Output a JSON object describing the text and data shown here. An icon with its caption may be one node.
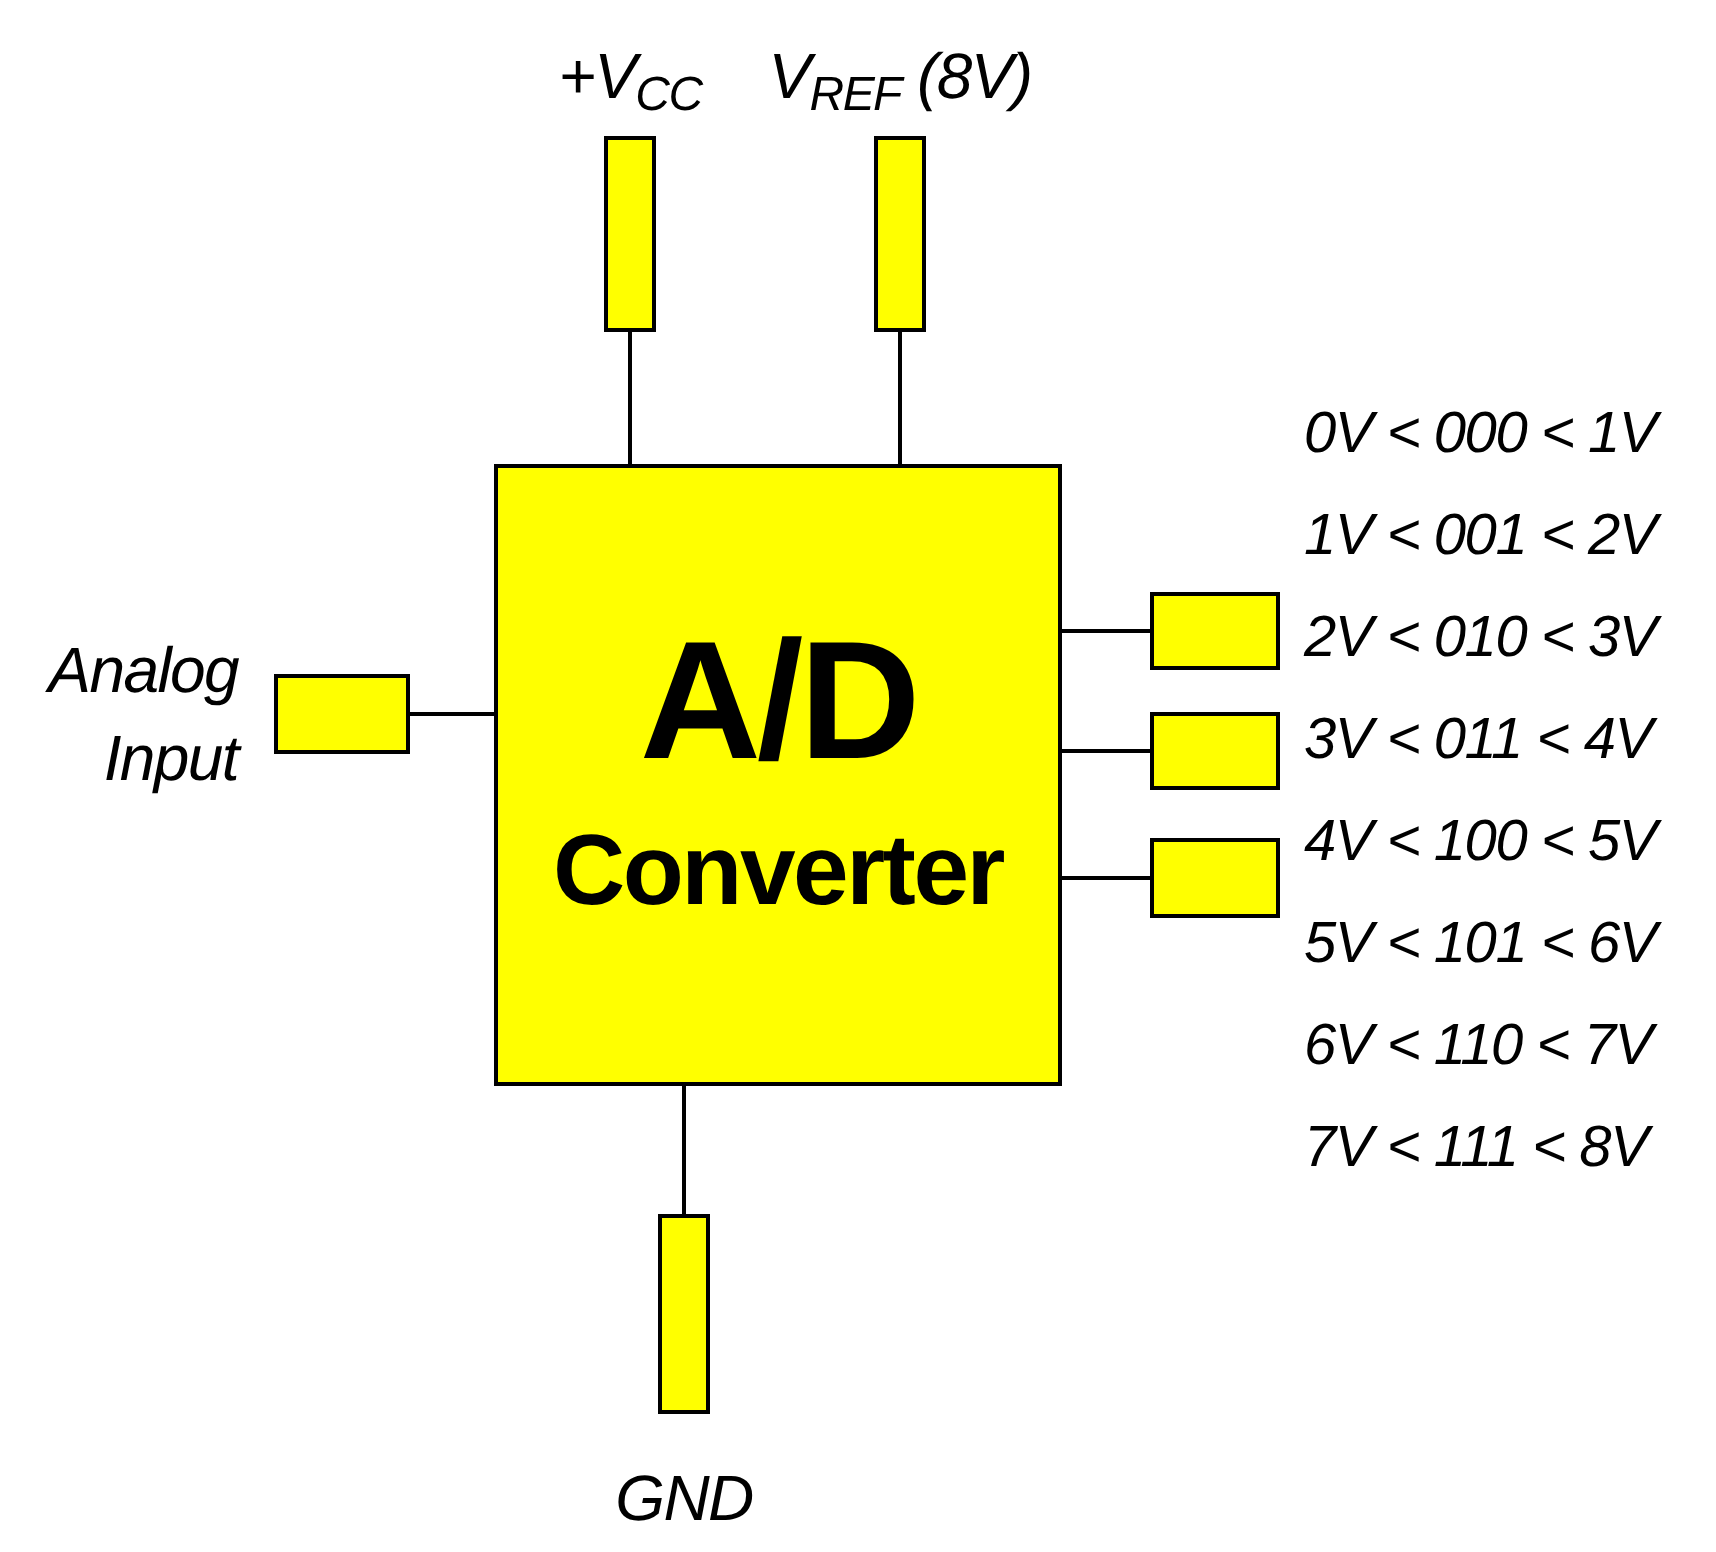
{
  "diagram": {
    "nodes": [
      {
        "text": [
          "A/D",
          "Converter"
        ]
      },
      {
        "text": [
          "+*V*$_{CC}$"
        ]
      },
      {
        "text": [
          "*V*$_{REF}$ (8V)"
        ]
      },
      {
        "text": [
          "Analog Input"
        ]
      },
      {
        "text": [],
        "shape": "box"
      },
      {
        "text": [],
        "shape": "box"
      },
      {
        "text": [],
        "shape": "box"
      },
      {
        "text": [
          "GND"
        ]
      }
    ],
    "edges": [
      {
        "from": 0,
        "to": 1,
        "arrow": "none"
      },
      {
        "from": 0,
        "to": 2,
        "arrow": "none"
      },
      {
        "from": 0,
        "to": 3,
        "arrow": "none"
      },
      {
        "from": 0,
        "to": 4,
        "arrow": "none"
      },
      {
        "from": 0,
        "to": 5,
        "arrow": "none"
      },
      {
        "from": 0,
        "to": 6,
        "arrow": "none"
      },
      {
        "from": 0,
        "to": 7,
        "arrow": "none"
      }
    ],
    "labels": [
      "0V < 000 < 1V",
      "1V < 001 < 2V",
      "2V < 010 < 3V",
      "3V < 011 < 4V",
      "4V < 100 < 5V",
      "5V < 101 < 6V",
      "6V < 110 < 7V",
      "7V < 111 < 8V"
    ]
  }
}
